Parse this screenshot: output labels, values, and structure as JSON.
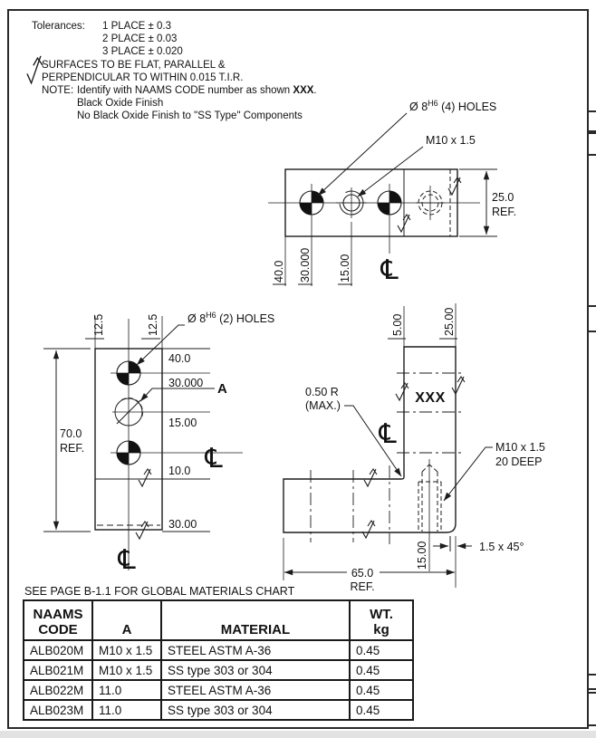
{
  "notes": {
    "tolerances_label": "Tolerances:",
    "tolerance_lines": [
      "1 PLACE ± 0.3",
      "2 PLACE ± 0.03",
      "3 PLACE ± 0.020"
    ],
    "surface_line1": "SURFACES TO BE FLAT, PARALLEL &",
    "surface_line2": "PERPENDICULAR TO WITHIN 0.015 T.I.R.",
    "note_label": "NOTE:",
    "note_line1_prefix": "Identify with NAAMS CODE number as shown ",
    "note_line1_bold": "XXX",
    "note_line1_suffix": ".",
    "note_line2": "Black Oxide Finish",
    "note_line3": "No Black Oxide Finish to \"SS Type\" Components"
  },
  "drawing": {
    "top_view": {
      "hole_callout": {
        "prefix": "Ø 8",
        "sup": "H6",
        "suffix": " (4) HOLES"
      },
      "thread_callout": "M10 x 1.5",
      "ord_40": "40.0",
      "ord_30": "30.000",
      "ord_15": "15.00",
      "depth_ref": [
        "25.0",
        "REF."
      ],
      "cl": "℄"
    },
    "front_view": {
      "hole_callout": {
        "prefix": "Ø 8",
        "sup": "H6",
        "suffix": " (2) HOLES"
      },
      "ord_left": "12.5",
      "ord_right": "12.5",
      "ord_40": "40.0",
      "ord_30": "30.000",
      "datum_label": "A",
      "ord_15": "15.00",
      "ord_10": "10.0",
      "ord_30b": "30.00",
      "height_ref": [
        "70.0",
        "REF."
      ],
      "cl": "℄"
    },
    "side_view": {
      "ord_5": "5.00",
      "ord_25": "25.00",
      "radius_note": [
        "0.50 R",
        "(MAX.)"
      ],
      "part_mark": "XXX",
      "thread_note": [
        "M10 x 1.5",
        "20 DEEP"
      ],
      "ord_15": "15.00",
      "chamfer": "1.5 x 45°",
      "width_ref": [
        "65.0",
        "REF."
      ],
      "cl": "℄"
    }
  },
  "materials": {
    "caption": "SEE PAGE B-1.1 FOR GLOBAL MATERIALS CHART",
    "headers": {
      "code": [
        "NAAMS",
        "CODE"
      ],
      "a": "A",
      "material": "MATERIAL",
      "wt": [
        "WT.",
        "kg"
      ]
    },
    "rows": [
      {
        "code": "ALB020M",
        "a": "M10 x 1.5",
        "material": "STEEL ASTM A-36",
        "wt": "0.45"
      },
      {
        "code": "ALB021M",
        "a": "M10 x 1.5",
        "material": "SS type 303 or 304",
        "wt": "0.45"
      },
      {
        "code": "ALB022M",
        "a": "11.0",
        "material": "STEEL ASTM A-36",
        "wt": "0.45"
      },
      {
        "code": "ALB023M",
        "a": "11.0",
        "material": "SS type 303 or 304",
        "wt": "0.45"
      }
    ]
  }
}
